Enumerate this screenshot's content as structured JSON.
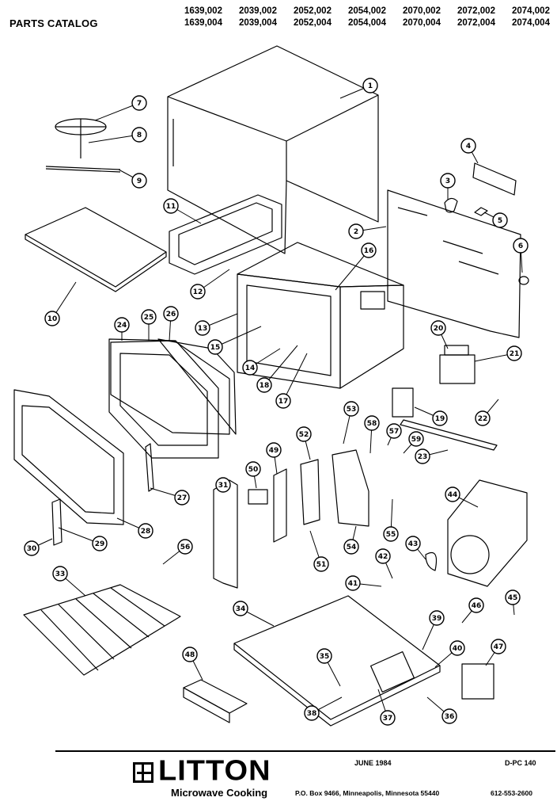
{
  "header": {
    "title": "PARTS CATALOG",
    "models_row1": [
      "1639,002",
      "2039,002",
      "2052,002",
      "2054,002",
      "2070,002",
      "2072,002",
      "2074,002"
    ],
    "models_row2": [
      "1639,004",
      "2039,004",
      "2052,004",
      "2054,004",
      "2070,004",
      "2072,004",
      "2074,004"
    ]
  },
  "callouts": [
    "1",
    "2",
    "3",
    "4",
    "5",
    "6",
    "7",
    "8",
    "9",
    "10",
    "11",
    "12",
    "13",
    "14",
    "15",
    "16",
    "17",
    "18",
    "19",
    "20",
    "21",
    "22",
    "23",
    "24",
    "25",
    "26",
    "27",
    "28",
    "29",
    "30",
    "31",
    "33",
    "34",
    "35",
    "36",
    "37",
    "38",
    "39",
    "40",
    "41",
    "42",
    "43",
    "44",
    "45",
    "46",
    "47",
    "48",
    "49",
    "50",
    "51",
    "52",
    "53",
    "54",
    "55",
    "56",
    "57",
    "58",
    "59"
  ],
  "footer": {
    "brand": "LITTON",
    "subtitle": "Microwave Cooking",
    "date": "JUNE 1984",
    "doc_number": "D-PC 140",
    "address": "P.O. Box 9466, Minneapolis, Minnesota 55440",
    "phone": "612-553-2600"
  }
}
